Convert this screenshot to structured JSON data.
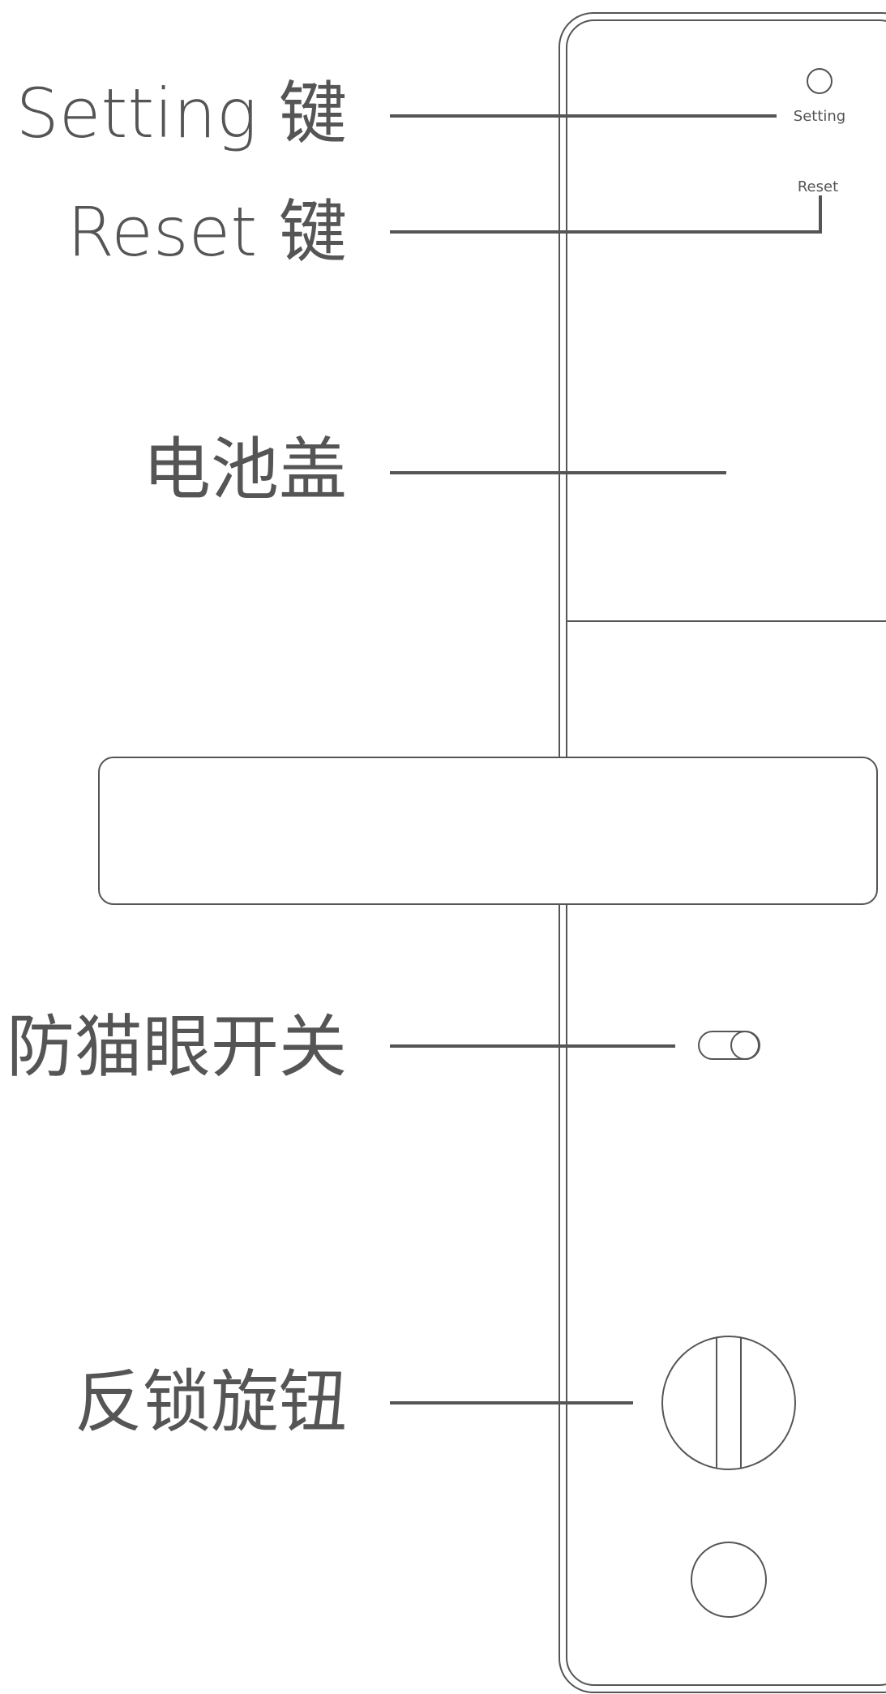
{
  "callouts": {
    "setting_key": "Setting 键",
    "reset_key": "Reset 键",
    "battery_cover": "电池盖",
    "anti_peephole_switch": "防猫眼开关",
    "deadbolt_knob": "反锁旋钮"
  },
  "panel_labels": {
    "setting": "Setting",
    "reset": "Reset"
  },
  "colors": {
    "line": "#555555",
    "background": "#ffffff"
  }
}
